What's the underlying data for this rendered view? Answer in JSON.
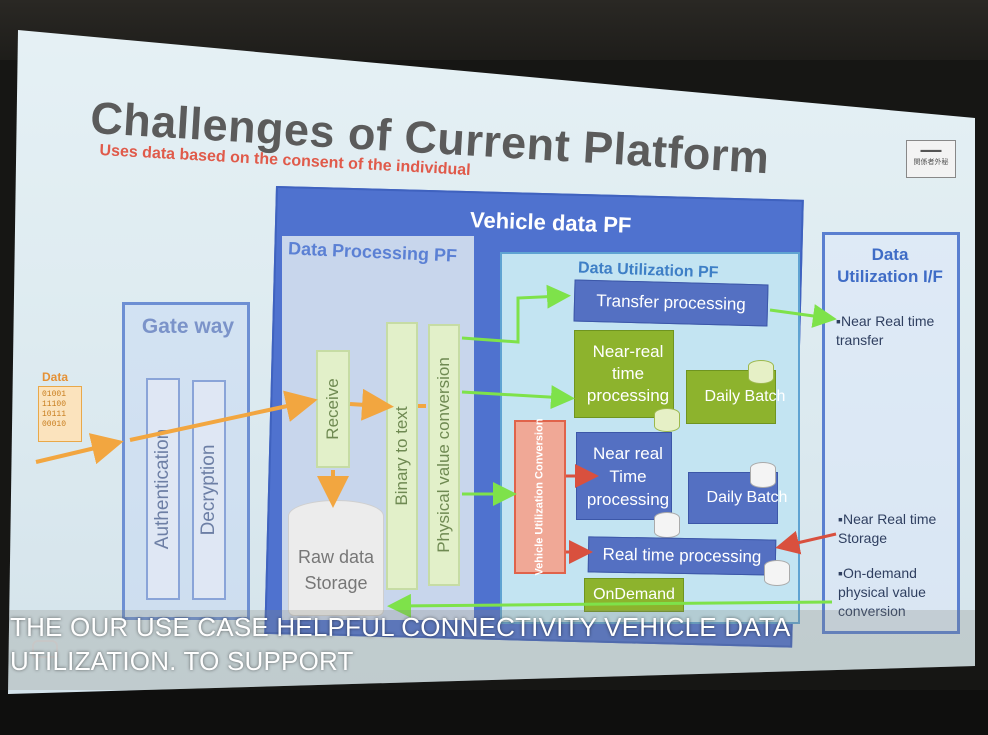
{
  "slide": {
    "title": "Challenges of Current Platform",
    "subtitle": "Uses data based on the consent of the individual",
    "logo_text": "関係者外秘",
    "data_label": "Data",
    "data_bits": [
      "01001",
      "11100",
      "10111",
      "00010"
    ],
    "gateway": {
      "title": "Gate way",
      "steps": [
        "Authentication",
        "Decryption"
      ]
    },
    "vehicle_pf": {
      "title": "Vehicle data PF",
      "data_processing": {
        "title": "Data Processing PF",
        "steps": [
          "Receive",
          "Binary to text",
          "Physical value conversion"
        ],
        "storage": "Raw data Storage"
      },
      "data_utilization": {
        "title": "Data Utilization PF",
        "transfer": "Transfer processing",
        "near_real_time_1": "Near-real time processing",
        "daily_batch_1": "Daily Batch",
        "conversion": "Vehicle Utilization Conversion",
        "near_real_time_2": "Near real Time processing",
        "daily_batch_2": "Daily Batch",
        "real_time": "Real time processing",
        "on_demand": "OnDemand"
      }
    },
    "utilization_if": {
      "title": "Data Utilization I/F",
      "items": [
        "▪Near Real time transfer",
        "▪Near Real time Storage",
        "▪On-demand physical value conversion"
      ]
    }
  },
  "captions": {
    "line1": "THE OUR USE CASE HELPFUL CONNECTIVITY VEHICLE DATA",
    "line2": "UTILIZATION. TO SUPPORT"
  },
  "colors": {
    "arrow_orange": "#f2a640",
    "arrow_green": "#7ee24a",
    "arrow_red": "#d9503e",
    "title_gray": "#5b5b5b",
    "subtitle_red": "#e05a4a"
  }
}
